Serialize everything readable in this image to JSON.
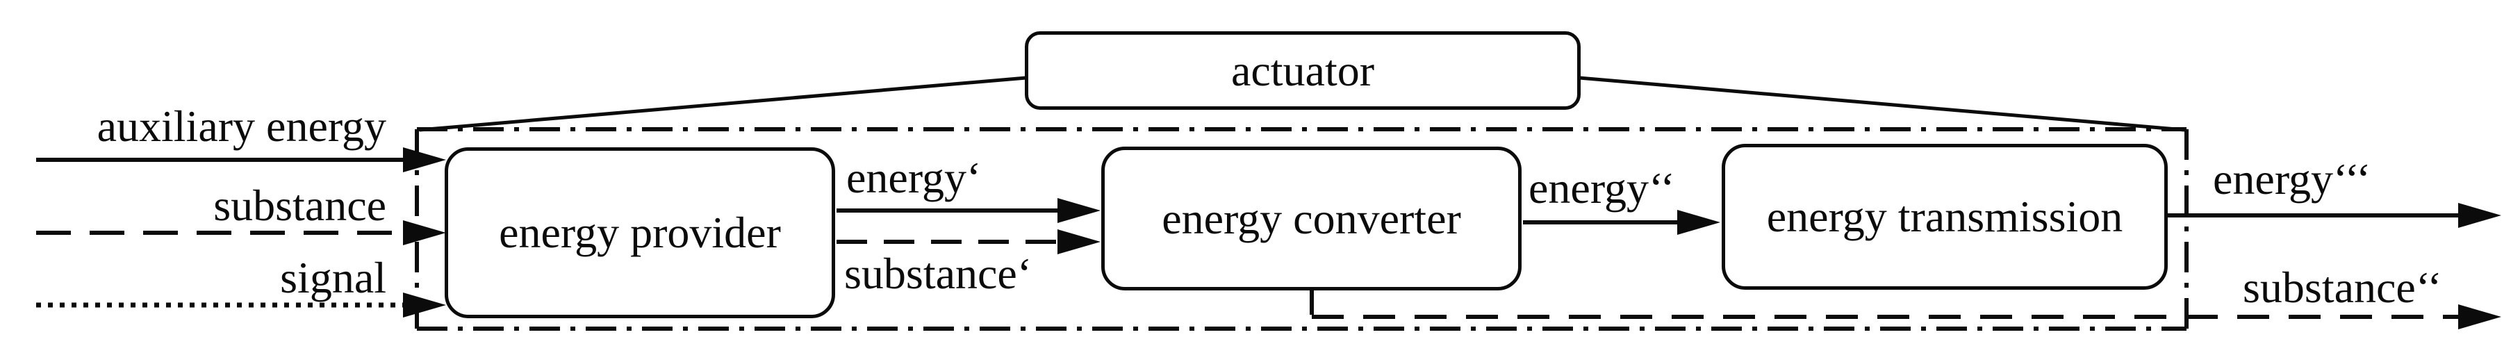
{
  "colors": {
    "ink": "#0b0b0b",
    "background": "#ffffff"
  },
  "nodes": {
    "actuator": {
      "label": "actuator"
    },
    "provider": {
      "label": "energy provider"
    },
    "converter": {
      "label": "energy converter"
    },
    "transmission": {
      "label": "energy transmission"
    }
  },
  "inputs": {
    "auxiliary_energy": {
      "label": "auxiliary energy",
      "line_style": "solid"
    },
    "substance": {
      "label": "substance",
      "line_style": "dashed"
    },
    "signal": {
      "label": "signal",
      "line_style": "dotted"
    }
  },
  "flows": {
    "energy_prime": {
      "label": "energy‘",
      "line_style": "solid",
      "from": "energy provider",
      "to": "energy converter"
    },
    "substance_prime": {
      "label": "substance‘",
      "line_style": "dashed",
      "from": "energy provider",
      "to": "energy converter"
    },
    "energy_double_prime": {
      "label": "energy‘‘",
      "line_style": "solid",
      "from": "energy converter",
      "to": "energy transmission"
    },
    "energy_triple_prime": {
      "label": "energy‘‘‘",
      "line_style": "solid",
      "from": "energy transmission",
      "to": "output"
    },
    "substance_double_prime": {
      "label": "substance‘‘",
      "line_style": "dashed",
      "from": "energy converter",
      "to": "output"
    }
  },
  "boundary": {
    "style": "dash-dot",
    "represents": "actuator system boundary"
  }
}
